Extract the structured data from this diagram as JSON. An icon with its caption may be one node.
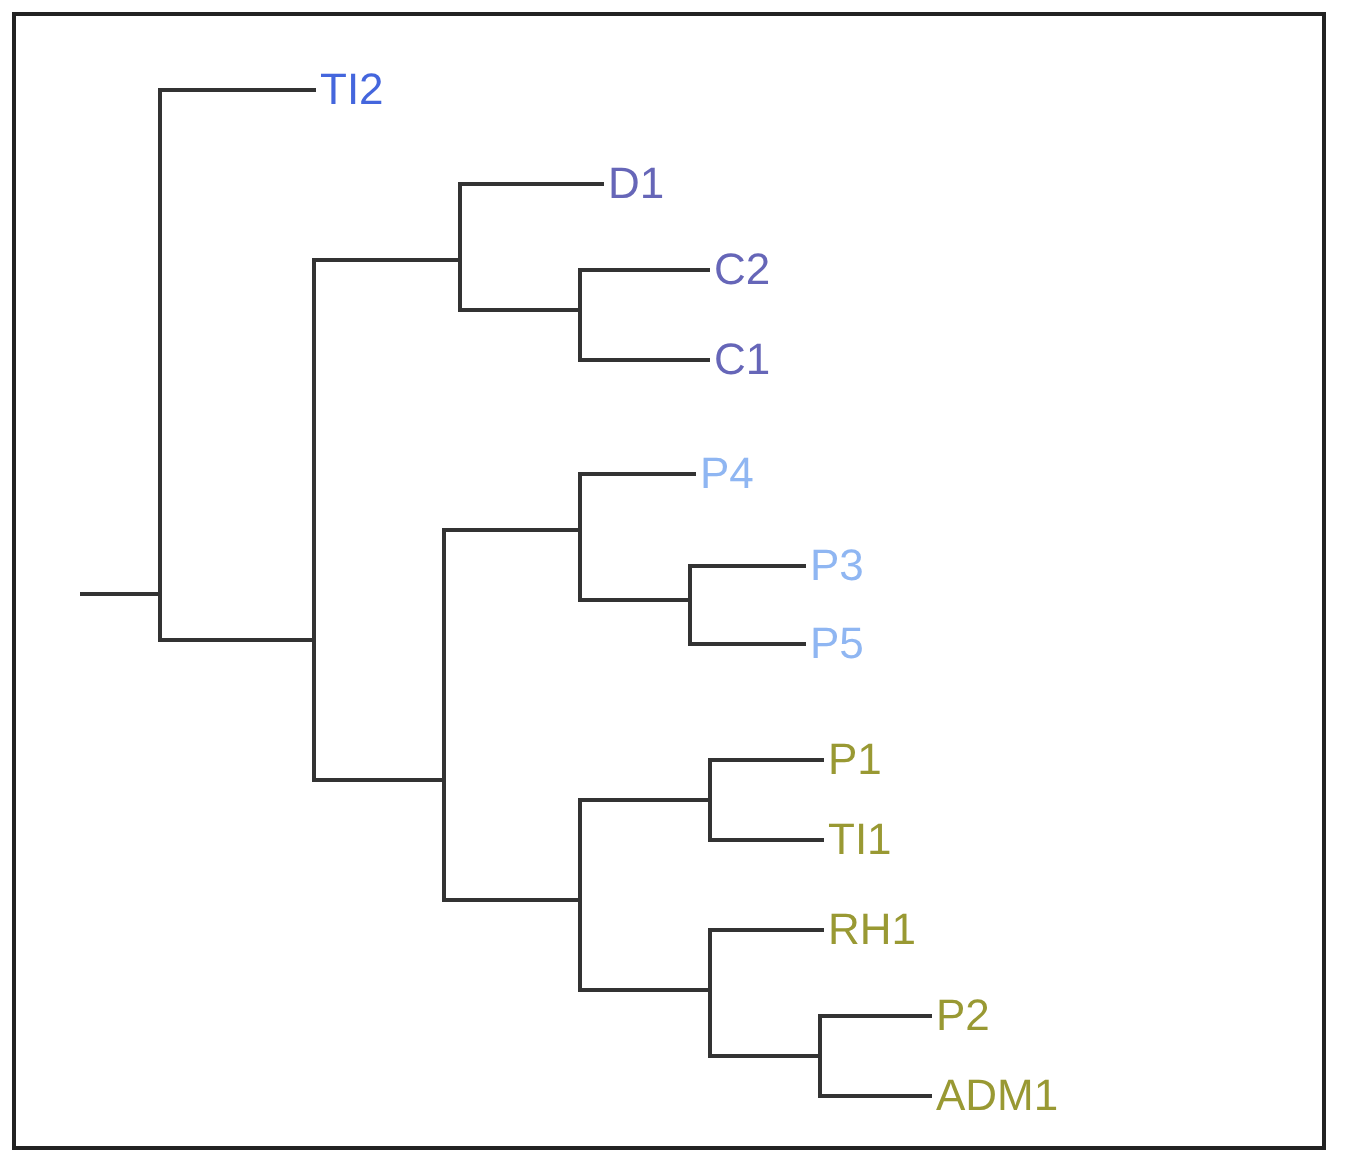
{
  "diagram": {
    "nodes": [
      {
        "text": [],
        "shape": "bar"
      },
      {
        "text": [
          "TI2"
        ]
      },
      {
        "text": [],
        "shape": "bar"
      },
      {
        "text": [],
        "shape": "bar"
      },
      {
        "text": [
          "D1"
        ]
      },
      {
        "text": [],
        "shape": "bar"
      },
      {
        "text": [
          "C2"
        ]
      },
      {
        "text": [
          "C1"
        ]
      },
      {
        "text": [],
        "shape": "bar"
      },
      {
        "text": [],
        "shape": "bar"
      },
      {
        "text": [
          "P4"
        ]
      },
      {
        "text": [],
        "shape": "bar"
      },
      {
        "text": [
          "P3"
        ]
      },
      {
        "text": [
          "P5"
        ]
      },
      {
        "text": [],
        "shape": "bar"
      },
      {
        "text": [],
        "shape": "bar"
      },
      {
        "text": [
          "P1"
        ]
      },
      {
        "text": [
          "TI1"
        ]
      },
      {
        "text": [],
        "shape": "bar"
      },
      {
        "text": [
          "RH1"
        ]
      },
      {
        "text": [],
        "shape": "bar"
      },
      {
        "text": [
          "P2"
        ]
      },
      {
        "text": [
          "ADM1"
        ]
      }
    ],
    "edges": [
      {
        "from": null,
        "to": 0,
        "arrow": "none"
      },
      {
        "from": 0,
        "to": 1,
        "arrow": "none"
      },
      {
        "from": 0,
        "to": 2,
        "arrow": "none"
      },
      {
        "from": 2,
        "to": 3,
        "arrow": "none"
      },
      {
        "from": 3,
        "to": 4,
        "arrow": "none"
      },
      {
        "from": 3,
        "to": 5,
        "arrow": "none"
      },
      {
        "from": 5,
        "to": 6,
        "arrow": "none"
      },
      {
        "from": 5,
        "to": 7,
        "arrow": "none"
      },
      {
        "from": 2,
        "to": 8,
        "arrow": "none"
      },
      {
        "from": 8,
        "to": 9,
        "arrow": "none"
      },
      {
        "from": 9,
        "to": 10,
        "arrow": "none"
      },
      {
        "from": 9,
        "to": 11,
        "arrow": "none"
      },
      {
        "from": 11,
        "to": 12,
        "arrow": "none"
      },
      {
        "from": 11,
        "to": 13,
        "arrow": "none"
      },
      {
        "from": 8,
        "to": 14,
        "arrow": "none"
      },
      {
        "from": 14,
        "to": 15,
        "arrow": "none"
      },
      {
        "from": 15,
        "to": 16,
        "arrow": "none"
      },
      {
        "from": 15,
        "to": 17,
        "arrow": "none"
      },
      {
        "from": 14,
        "to": 18,
        "arrow": "none"
      },
      {
        "from": 18,
        "to": 19,
        "arrow": "none"
      },
      {
        "from": 18,
        "to": 20,
        "arrow": "none"
      },
      {
        "from": 20,
        "to": 21,
        "arrow": "none"
      },
      {
        "from": 20,
        "to": 22,
        "arrow": "none"
      }
    ]
  }
}
